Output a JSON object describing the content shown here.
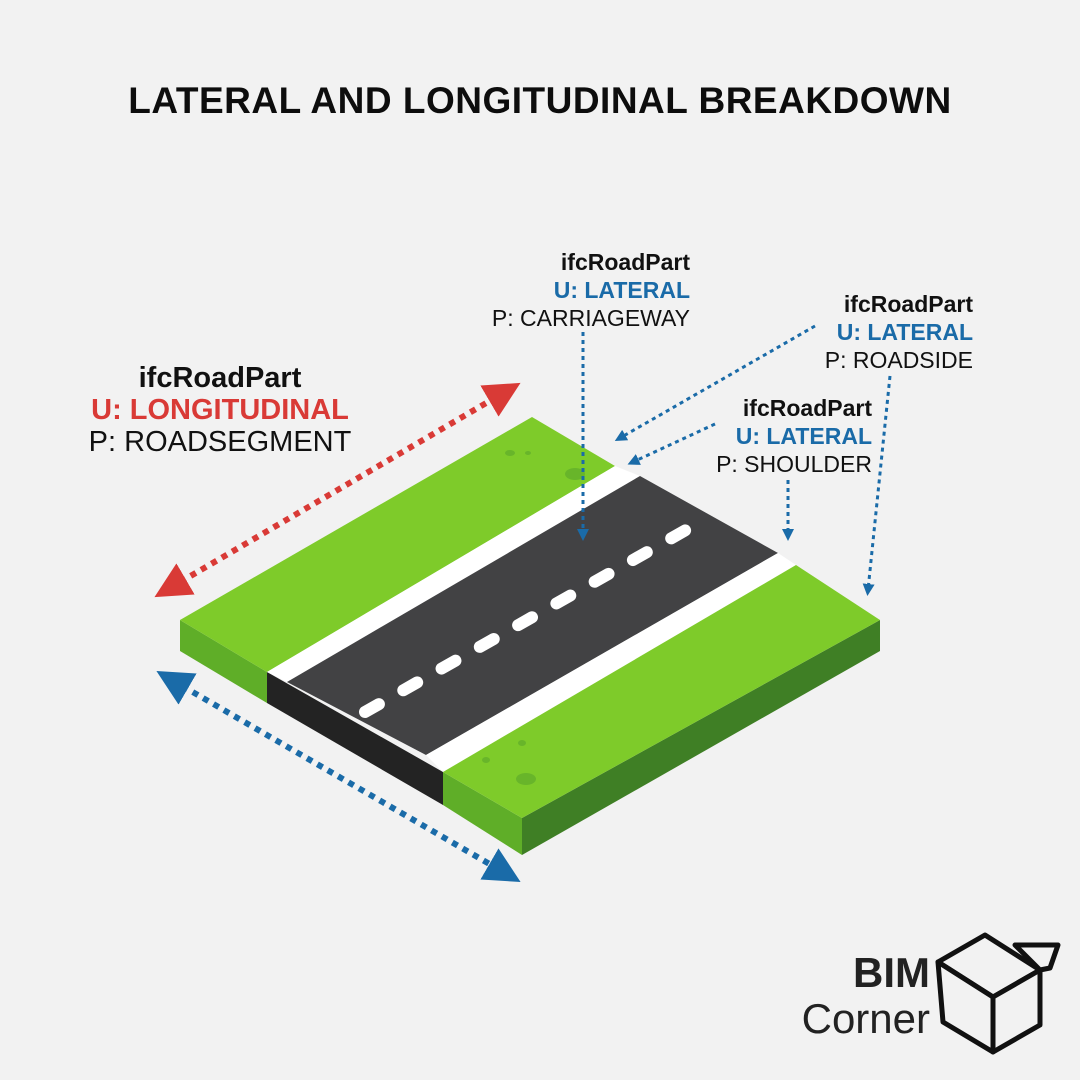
{
  "title": "LATERAL AND LONGITUDINAL BREAKDOWN",
  "labels": {
    "longitudinal": {
      "class": "ifcRoadPart",
      "type": "U: LONGITUDINAL",
      "predefined": "P: ROADSEGMENT"
    },
    "carriageway": {
      "class": "ifcRoadPart",
      "type": "U: LATERAL",
      "predefined": "P: CARRIAGEWAY"
    },
    "roadside": {
      "class": "ifcRoadPart",
      "type": "U: LATERAL",
      "predefined": "P: ROADSIDE"
    },
    "shoulder": {
      "class": "ifcRoadPart",
      "type": "U: LATERAL",
      "predefined": "P: SHOULDER"
    }
  },
  "logo": {
    "line1": "BIM",
    "line2": "Corner"
  },
  "colors": {
    "background": "#f2f2f2",
    "grass_top": "#7ecb2a",
    "grass_side_left": "#5fae28",
    "grass_side_right": "#3f7f25",
    "asphalt_top": "#424244",
    "asphalt_side": "#232323",
    "shoulder_stripe": "#ffffff",
    "longitudinal_arrow": "#d93a36",
    "lateral_arrow": "#1a6ba8"
  }
}
